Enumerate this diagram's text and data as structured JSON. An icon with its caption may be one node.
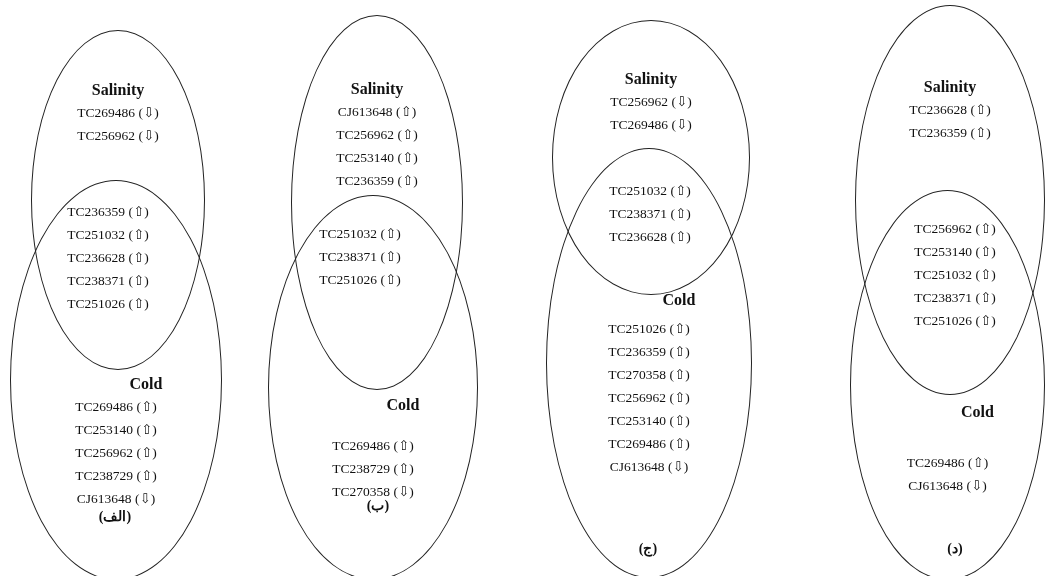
{
  "diagram": {
    "nodes": [
      {
        "text": [
          "Salinity",
          "TC269486 (⇩)",
          "TC256962 (⇩)"
        ]
      },
      {
        "text": [
          "Cold",
          "TC269486 (⇧)",
          "TC253140 (⇧)",
          "TC256962 (⇧)",
          "TC238729 (⇧)",
          "CJ613648 (⇩)"
        ]
      },
      {
        "text": [
          "Salinity",
          "CJ613648 (⇧)",
          "TC256962 (⇧)",
          "TC253140 (⇧)",
          "TC236359 (⇧)"
        ]
      },
      {
        "text": [
          "Cold",
          "TC269486 (⇧)",
          "TC238729 (⇧)",
          "TC270358 (⇩)"
        ]
      },
      {
        "text": [
          "Salinity",
          "TC256962 (⇩)",
          "TC269486 (⇩)"
        ]
      },
      {
        "text": [
          "Cold",
          "TC251026 (⇧)",
          "TC236359 (⇧)",
          "TC270358 (⇧)",
          "TC256962 (⇧)",
          "TC253140 (⇧)",
          "TC269486 (⇧)",
          "CJ613648 (⇩)"
        ]
      },
      {
        "text": [
          "Salinity",
          "TC236628 (⇧)",
          "TC236359 (⇧)"
        ]
      },
      {
        "text": [
          "Cold",
          "TC269486 (⇧)",
          "CJ613648 (⇩)"
        ]
      }
    ],
    "labels": [
      "TC236359 (⇧)",
      "TC251032 (⇧)",
      "TC236628 (⇧)",
      "TC238371 (⇧)",
      "TC251026 (⇧)",
      "(الف)",
      "TC251032 (⇧)",
      "TC238371 (⇧)",
      "TC251026 (⇧)",
      "(ب)",
      "TC251032 (⇧)",
      "TC238371 (⇧)",
      "TC236628 (⇧)",
      "(ج)",
      "TC256962 (⇧)",
      "TC253140 (⇧)",
      "TC251032 (⇧)",
      "TC238371 (⇧)",
      "TC251026 (⇧)",
      "(د)"
    ]
  }
}
